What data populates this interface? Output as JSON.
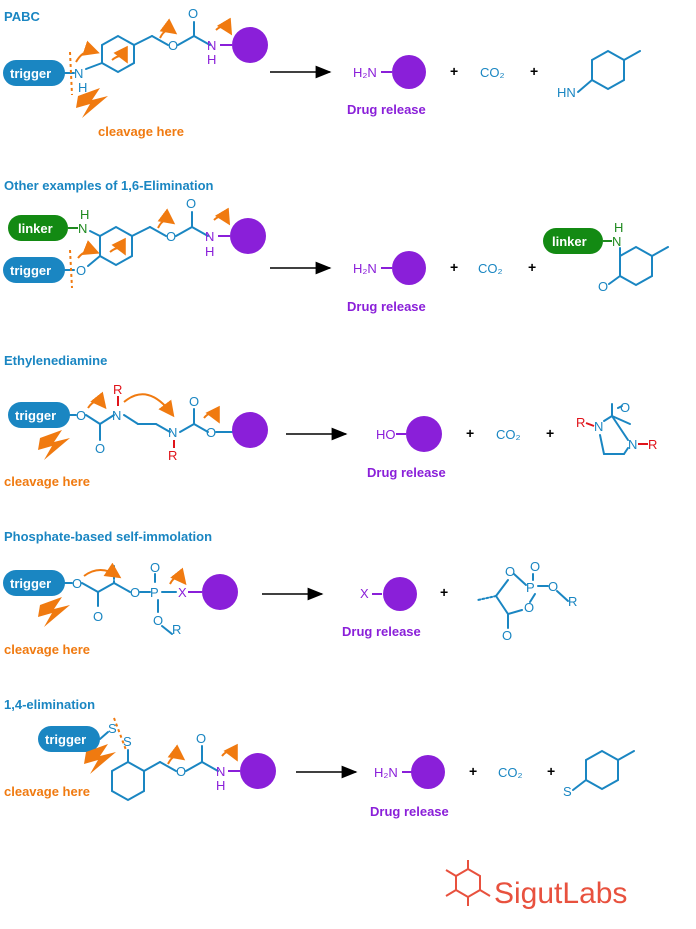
{
  "colors": {
    "section_title": "#1a86c2",
    "trigger": "#1a86c2",
    "linker": "#138a13",
    "drug": "#8a1fd9",
    "arrow_orange": "#f07a10",
    "r_group": "#e0141b",
    "brand": "#e8513e"
  },
  "sections": [
    {
      "title": "PABC",
      "trigger": "trigger",
      "drug_release": "Drug release",
      "cleavage": "cleavage here",
      "drug_amine": "H₂N",
      "co2": "CO₂",
      "byproduct_atom": "HN"
    },
    {
      "title": "Other examples of 1,6-Elimination",
      "trigger": "trigger",
      "linker": "linker",
      "drug_release": "Drug release",
      "drug_amine": "H₂N",
      "co2": "CO₂",
      "byproduct_atom": "O"
    },
    {
      "title": "Ethylenediamine",
      "trigger": "trigger",
      "drug_release": "Drug release",
      "cleavage": "cleavage here",
      "drug_hydroxy": "HO",
      "co2": "CO₂",
      "r": "R"
    },
    {
      "title": "Phosphate-based self-immolation",
      "trigger": "trigger",
      "drug_release": "Drug release",
      "cleavage": "cleavage here",
      "drug_x": "X",
      "r": "R",
      "p": "P"
    },
    {
      "title": "1,4-elimination",
      "trigger": "trigger",
      "drug_release": "Drug release",
      "cleavage": "cleavage here",
      "drug_amine": "H₂N",
      "co2": "CO₂",
      "byproduct_atom": "S"
    }
  ],
  "plus": "+",
  "brand": {
    "name": "SigutLabs",
    "icon": "hexagon-molecule-icon"
  }
}
